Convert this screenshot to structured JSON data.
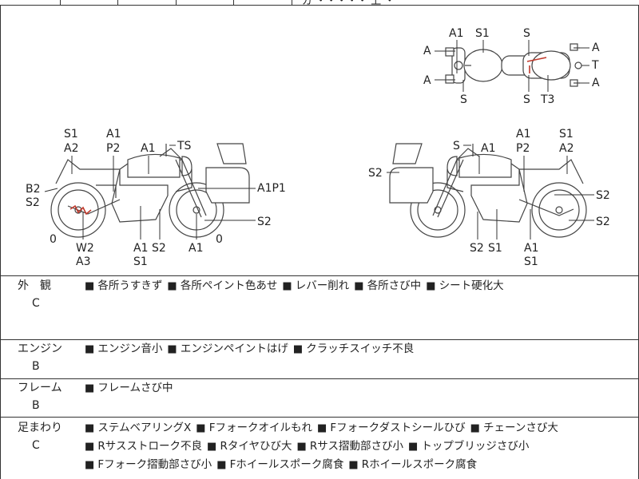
{
  "header_fragment": "ガ ・・・・・ 上 ・",
  "labels": {
    "top_a1": "A1",
    "top_s1": "S1",
    "top_s_tr": "S",
    "top_a_l1": "A",
    "top_a_l2": "A",
    "top_s_bl": "S",
    "top_s_br": "S",
    "top_t3": "T3",
    "top_a_r1": "A",
    "top_t": "T",
    "top_a_r2": "A",
    "l_s1": "S1",
    "l_a2": "A2",
    "l_a1_a": "A1",
    "l_p2": "P2",
    "l_a1_b": "A1",
    "l_ts": "TS",
    "l_b2": "B2",
    "l_s2_a": "S2",
    "l_a1p1": "A1P1",
    "l_s2_b": "S2",
    "l_zero_a": "0",
    "l_zero_b": "0",
    "l_w2": "W2",
    "l_a3": "A3",
    "l_a1_c": "A1",
    "l_s2_c": "S2",
    "l_s1_b": "S1",
    "l_a1_d": "A1",
    "r_s": "S",
    "r_a1_a": "A1",
    "r_a1_b": "A1",
    "r_p2": "P2",
    "r_s1": "S1",
    "r_a2": "A2",
    "r_s2_a": "S2",
    "r_s2_b": "S2",
    "r_s2_c": "S2",
    "r_s2_d": "S2",
    "r_s1_b": "S1",
    "r_a1_c": "A1",
    "r_s1_c": "S1"
  },
  "sections": [
    {
      "name": "外　観",
      "grade": "C",
      "items": [
        "各所うすきず",
        "各所ペイント色あせ",
        "レバー削れ",
        "各所さび中",
        "シート硬化大"
      ]
    },
    {
      "name": "エンジン",
      "grade": "B",
      "items": [
        "エンジン音小",
        "エンジンペイントはげ",
        "クラッチスイッチ不良"
      ]
    },
    {
      "name": "フレーム",
      "grade": "B",
      "items": [
        "フレームさび中"
      ]
    },
    {
      "name": "足まわり",
      "grade": "C",
      "items": [
        "ステムベアリングX",
        "Fフォークオイルもれ",
        "Fフォークダストシールひび",
        "チェーンさび大",
        "Rサスストローク不良",
        "Rタイヤひび大",
        "Rサス摺動部さび小",
        "トップブリッジさび小",
        "Fフォーク摺動部さび小",
        "Fホイールスポーク腐食",
        "Rホイールスポーク腐食"
      ]
    }
  ]
}
